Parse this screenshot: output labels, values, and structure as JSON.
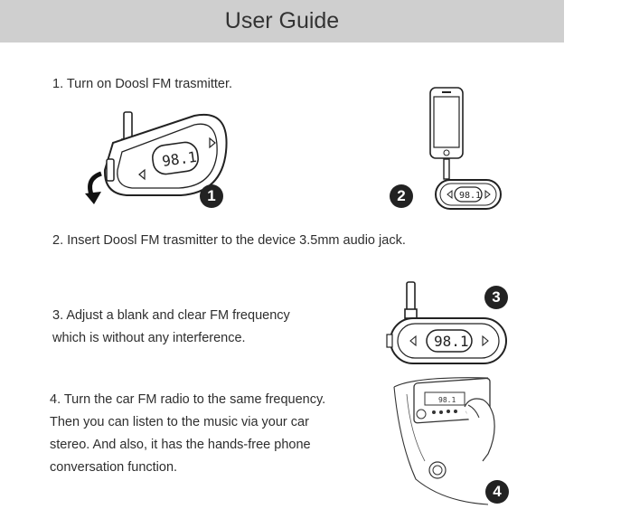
{
  "header": {
    "title": "User Guide"
  },
  "steps": [
    {
      "number_badge": "1",
      "lines": [
        "1. Turn on Doosl FM trasmitter."
      ]
    },
    {
      "number_badge": "2",
      "lines": [
        "2. Insert Doosl FM trasmitter to the device 3.5mm audio jack."
      ]
    },
    {
      "number_badge": "3",
      "lines": [
        "3. Adjust a blank and clear FM frequency",
        "which is without any interference."
      ]
    },
    {
      "number_badge": "4",
      "lines": [
        "4. Turn the car FM radio to the same frequency.",
        "Then you can listen to the music via your car",
        "stereo. And also, it has the hands-free phone",
        "conversation function."
      ]
    }
  ],
  "device": {
    "display_frequency": "98.1"
  }
}
